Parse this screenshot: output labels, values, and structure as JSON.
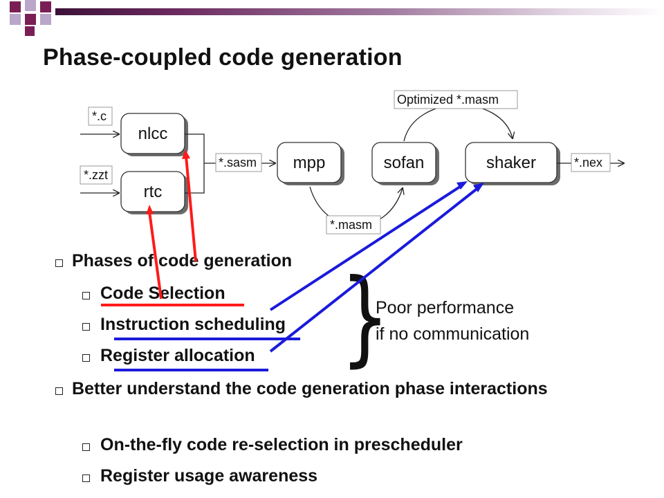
{
  "title": "Phase-coupled code generation",
  "diagram": {
    "nodes": {
      "nlcc": "nlcc",
      "rtc": "rtc",
      "mpp": "mpp",
      "sofan": "sofan",
      "shaker": "shaker"
    },
    "edge_labels": {
      "c_input": "*.c",
      "zzt_input": "*.zzt",
      "sasm": "*.sasm",
      "masm": "*.masm",
      "optimized_masm": "Optimized *.masm",
      "nex": "*.nex"
    }
  },
  "bullets": {
    "phases": "Phases of code generation",
    "code_selection": "Code Selection",
    "instruction_scheduling": "Instruction scheduling",
    "register_allocation": "Register allocation",
    "better_understand": "Better understand the code generation phase interactions",
    "on_the_fly": "On-the-fly code re-selection in prescheduler",
    "register_usage": "Register usage awareness"
  },
  "annotation": {
    "brace": "}",
    "line1": "Poor performance",
    "line2": "if no communication"
  },
  "colors": {
    "accent_dark": "#7a1f56",
    "accent_light": "#b9a6c9",
    "red_marker": "#ff1a1a",
    "blue_marker": "#1a1adb"
  }
}
